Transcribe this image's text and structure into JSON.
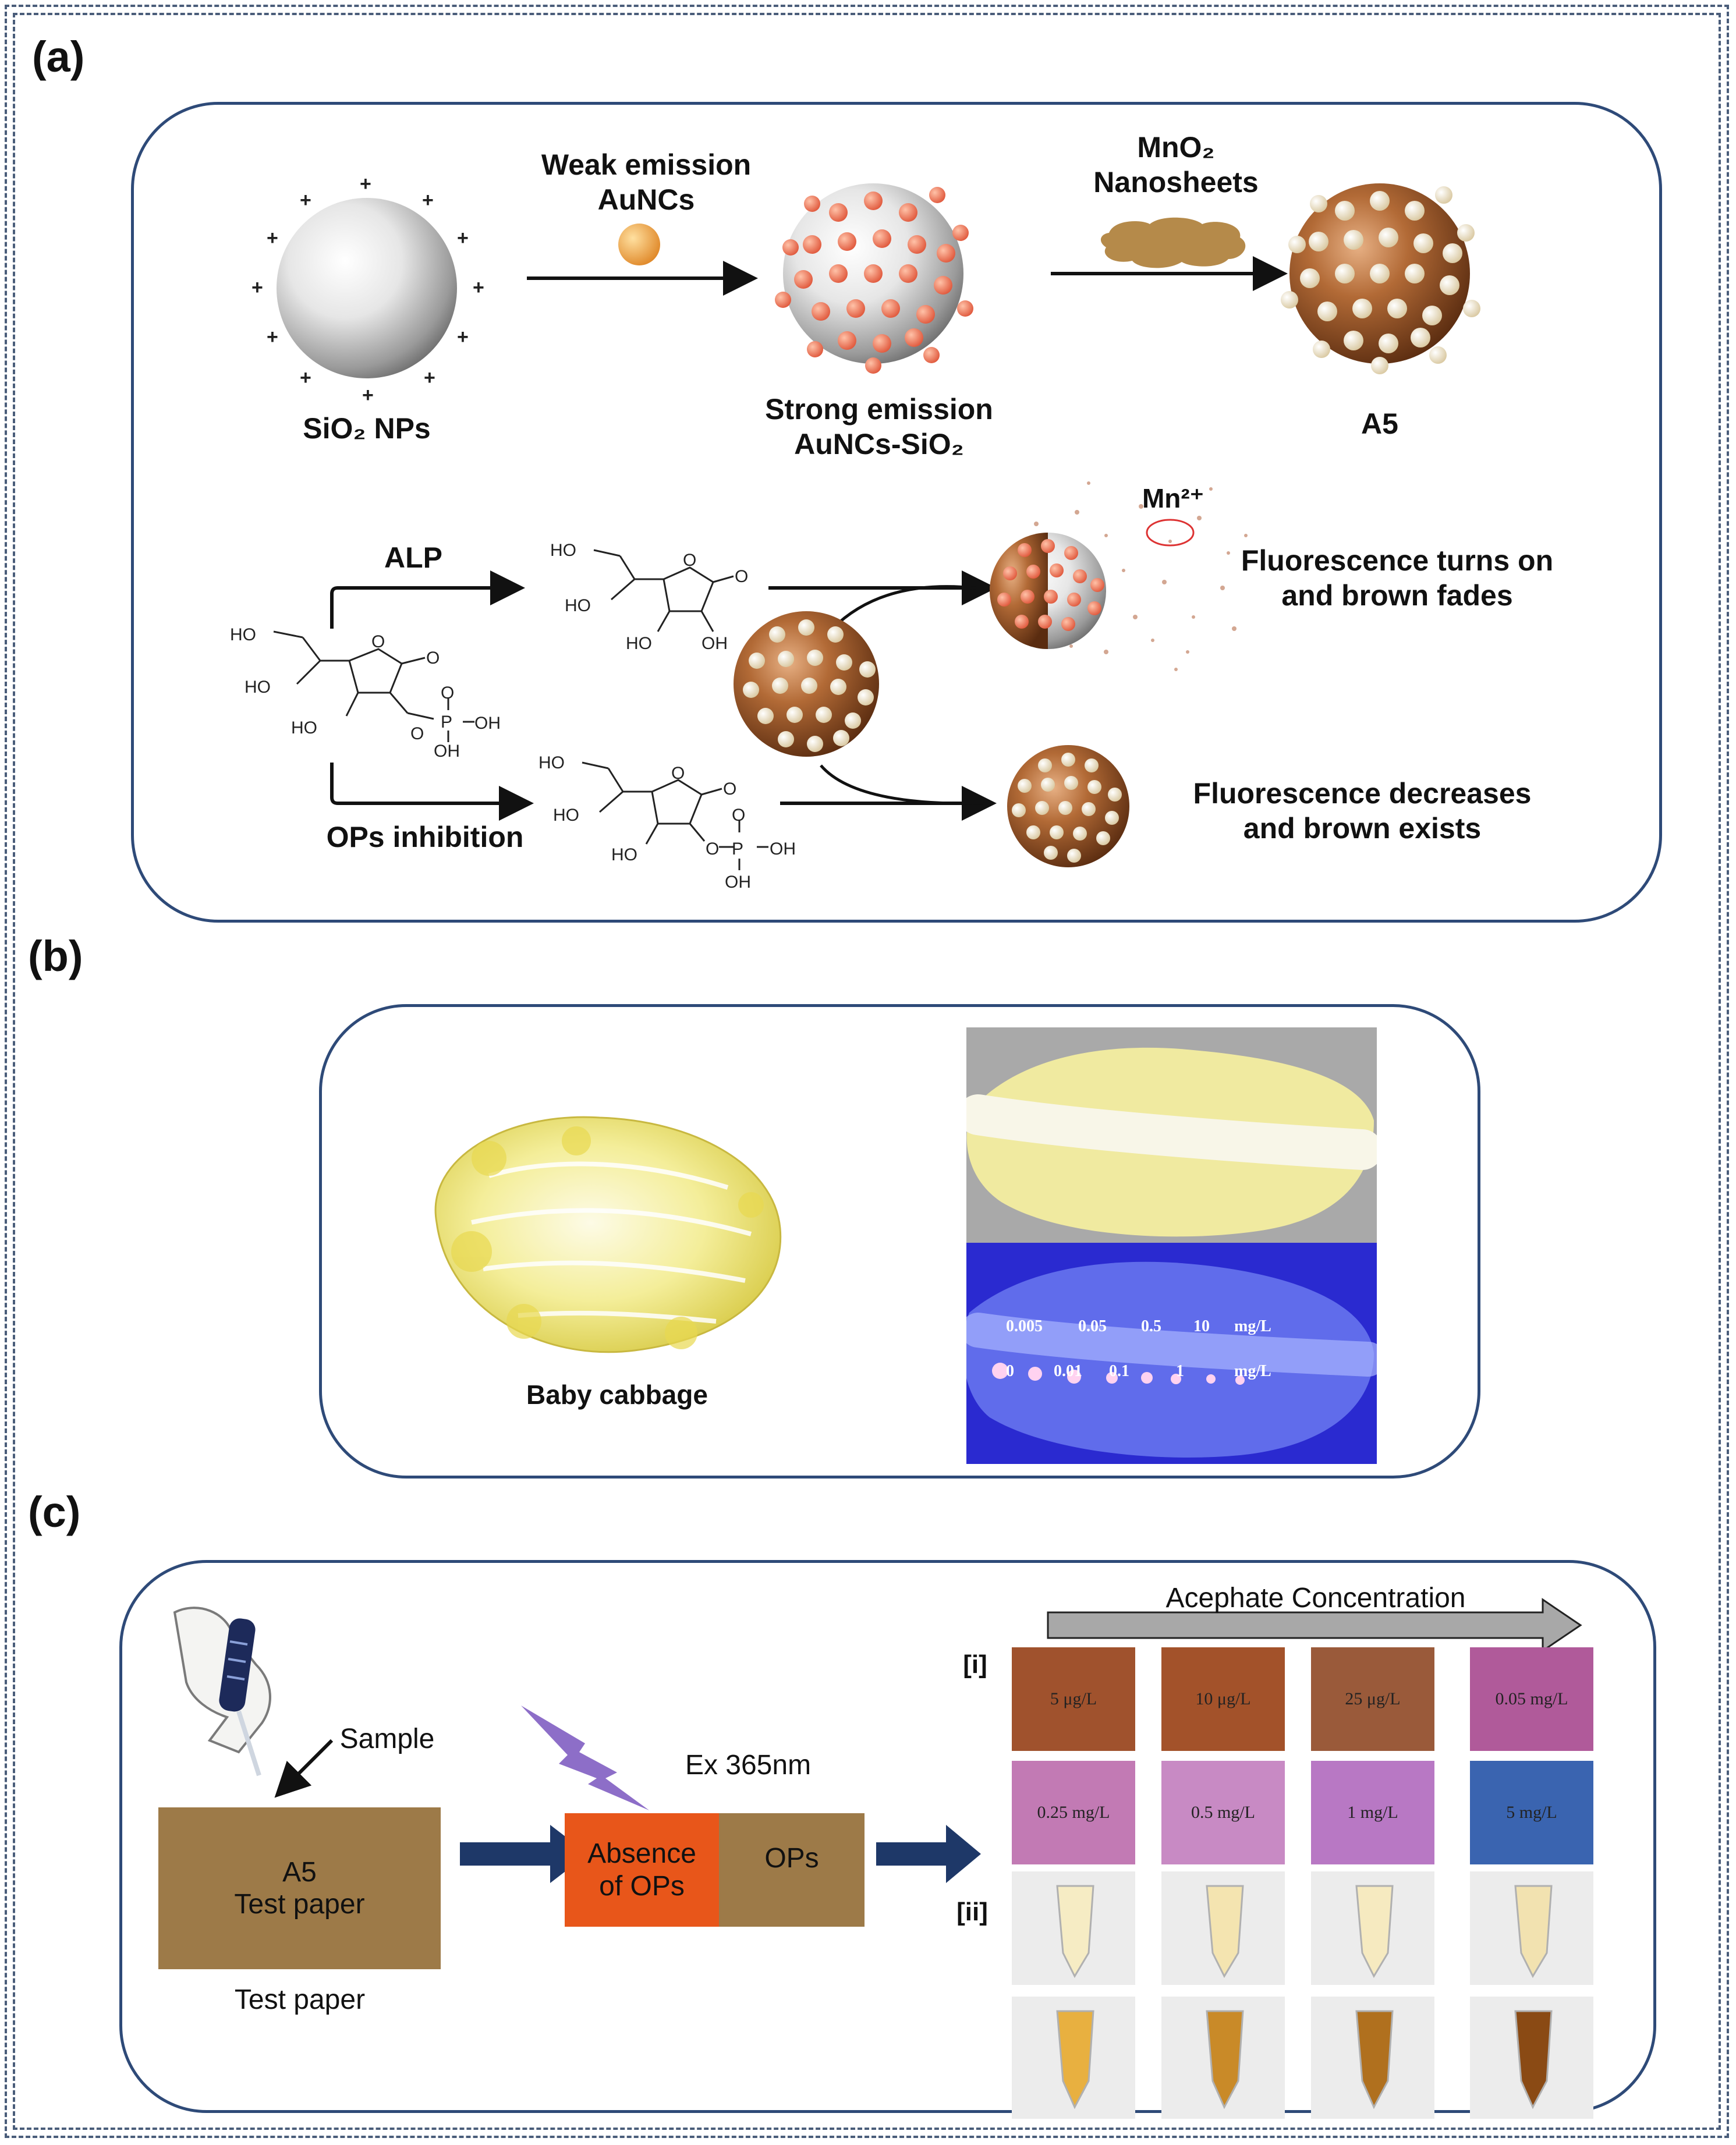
{
  "panels": {
    "a": "(a)",
    "b": "(b)",
    "c": "(c)"
  },
  "panel_a": {
    "sio2_label": "SiO₂ NPs",
    "weak_emission": "Weak emission",
    "auncs": "AuNCs",
    "strong_emission": "Strong emission",
    "auncs_sio2": "AuNCs-SiO₂",
    "mno2": "MnO₂",
    "nanosheets": "Nanosheets",
    "a5": "A5",
    "alp": "ALP",
    "ops_inhibition": "OPs inhibition",
    "mn_ion": "Mn²⁺",
    "turns_on_1": "Fluorescence turns on",
    "turns_on_2": "and brown fades",
    "decreases_1": "Fluorescence decreases",
    "decreases_2": "and brown exists",
    "chem": {
      "ho": "HO",
      "oh": "OH",
      "o": "O",
      "p": "P"
    }
  },
  "panel_b": {
    "cabbage_label": "Baby cabbage",
    "uv_row1": [
      "0.005",
      "0.05",
      "0.5",
      "10",
      "mg/L"
    ],
    "uv_row2": [
      "0",
      "0.01",
      "0.1",
      "1",
      "mg/L"
    ]
  },
  "panel_c": {
    "sample": "Sample",
    "a5_line1": "A5",
    "a5_line2": "Test paper",
    "test_paper": "Test paper",
    "ex": "Ex 365nm",
    "absence_1": "Absence",
    "absence_2": "of OPs",
    "ops": "OPs",
    "acephate": "Acephate Concentration",
    "row_i": "[i]",
    "row_ii": "[ii]",
    "swatches": [
      {
        "label": "5 μg/L",
        "color": "#a0522d"
      },
      {
        "label": "10 μg/L",
        "color": "#a3522a"
      },
      {
        "label": "25 μg/L",
        "color": "#9a5a3a"
      },
      {
        "label": "0.05 mg/L",
        "color": "#b05a9a"
      },
      {
        "label": "0.25 mg/L",
        "color": "#c27ab4"
      },
      {
        "label": "0.5 mg/L",
        "color": "#c88ac4"
      },
      {
        "label": "1 mg/L",
        "color": "#b878c4"
      },
      {
        "label": "5 mg/L",
        "color": "#3a64b0"
      }
    ]
  },
  "colors": {
    "frame": "#4a5d7a",
    "panel_border": "#2e4a78",
    "brown_sphere": "#a0562a",
    "orange_dot": "#ec7a5c",
    "bead": "#f0e4c4",
    "test_paper": "#9d7a48",
    "absence": "#e8561a",
    "arrow_blue": "#1e3868",
    "lightning": "#8d6ec8",
    "uv_bg": "#2a2ad0"
  }
}
